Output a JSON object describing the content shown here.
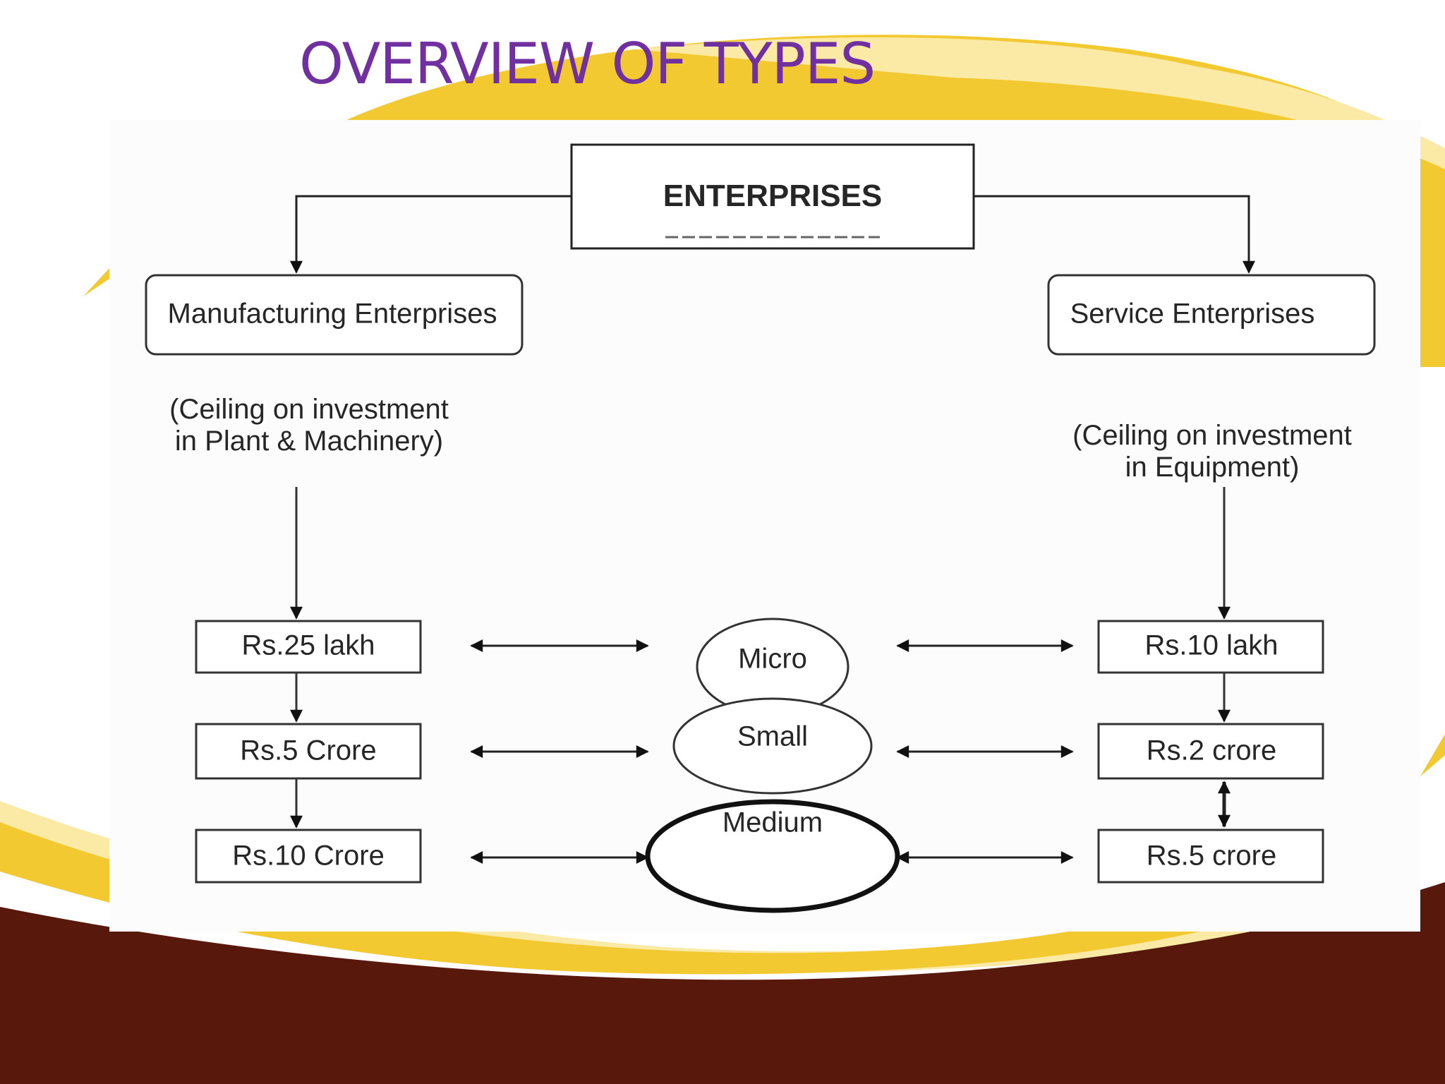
{
  "slide": {
    "title": "OVERVIEW OF TYPES"
  },
  "diagram": {
    "root": "ENTERPRISES",
    "manufacturing": {
      "label": "Manufacturing Enterprises",
      "note_line1": "(Ceiling on investment",
      "note_line2": "in Plant & Machinery)",
      "tiers": [
        "Rs.25 lakh",
        "Rs.5 Crore",
        "Rs.10 Crore"
      ]
    },
    "service": {
      "label": "Service Enterprises",
      "note_line1": "(Ceiling on investment",
      "note_line2": "in Equipment)",
      "tiers": [
        "Rs.10 lakh",
        "Rs.2 crore",
        "Rs.5 crore"
      ]
    },
    "categories": [
      "Micro",
      "Small",
      "Medium"
    ]
  },
  "colors": {
    "title": "#7030a0",
    "maroon": "#58180c",
    "gold": "#f2c930",
    "pale_gold": "#fbe9a6"
  }
}
